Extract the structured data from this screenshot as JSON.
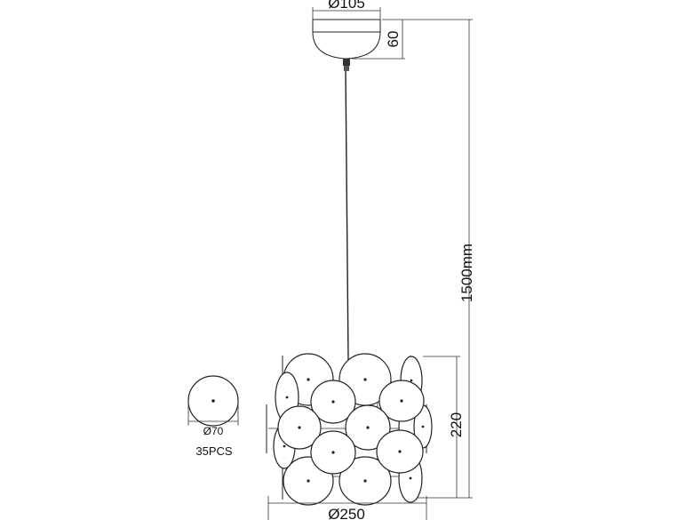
{
  "dimensions": {
    "canopy_diameter": "Ø105",
    "canopy_height": "60",
    "total_length": "1500mm",
    "shade_height": "220",
    "shade_diameter": "Ø250"
  },
  "legend": {
    "disc_diameter": "Ø70",
    "disc_count": "35PCS"
  }
}
